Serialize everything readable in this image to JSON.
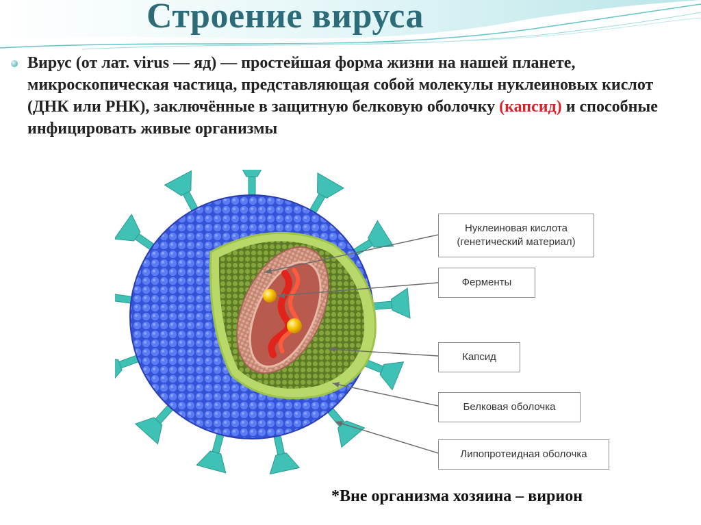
{
  "slide": {
    "title": "Строение вируса",
    "intro": {
      "part1": "Вирус (от лат. virus — яд) — простейшая форма жизни на нашей планете, микроскопическая частица, представляющая собой молекулы нуклеиновых кислот (ДНК или РНК), заключённые в защитную белковую оболочку ",
      "highlight": "(капсид)",
      "part2": " и способные инфицировать живые организмы"
    },
    "footnote": "*Вне организма хозяина – вирион"
  },
  "diagram": {
    "labels": [
      {
        "line1": "Нуклеиновая кислота",
        "line2": "(генетический материал)"
      },
      {
        "line1": "Ферменты"
      },
      {
        "line1": "Капсид"
      },
      {
        "line1": "Белковая оболочка"
      },
      {
        "line1": "Липопротеидная оболочка"
      }
    ]
  },
  "colors": {
    "title": "#2c6b78",
    "highlight": "#d3252b",
    "envelope": "#4a6ff0",
    "spikes": "#3fc1b5",
    "matrix": "#6f8f2f",
    "capsid": "#c98f7a",
    "nucleic": "#e0241b",
    "enzyme": "#f4b400"
  }
}
